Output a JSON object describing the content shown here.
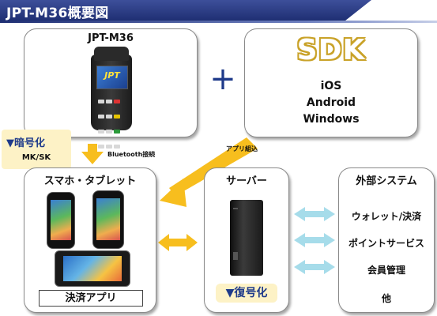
{
  "title": "JPT-M36概要図",
  "terminal": {
    "label": "JPT-M36",
    "screen_logo": "JPT"
  },
  "plus_symbol": "+",
  "sdk": {
    "logo": "SDK",
    "platforms": [
      "iOS",
      "Android",
      "Windows"
    ]
  },
  "encryption": {
    "title": "▼暗号化",
    "methods": "MK/SK"
  },
  "bluetooth_label": "Bluetooth接続",
  "app_embed_label": "アプリ組込",
  "smartphone": {
    "label": "スマホ・タブレット",
    "app_label": "決済アプリ"
  },
  "server": {
    "label": "サーバー",
    "decrypt": "▼復号化"
  },
  "external": {
    "label": "外部システム",
    "items": [
      "ウォレット/決済",
      "ポイントサービス",
      "会員管理",
      "他"
    ]
  },
  "colors": {
    "banner": "#1f2f73",
    "arrow_yellow": "#f7be1e",
    "arrow_cyan": "#a6dcea",
    "callout_bg": "#fdf2c6",
    "callout_text": "#1e3a8a",
    "sdk_gold": "#c9a228"
  }
}
